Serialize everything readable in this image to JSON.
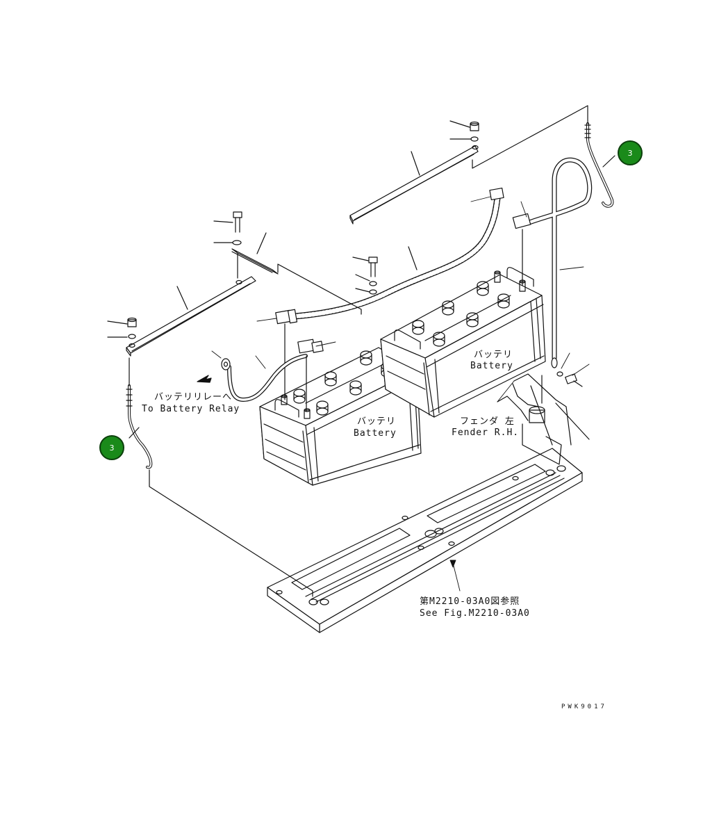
{
  "callouts": [
    {
      "label": "3"
    },
    {
      "label": "3"
    }
  ],
  "labels": {
    "relay_jp": "バッテリリレーへ",
    "relay_en": "To Battery Relay",
    "battery_left_jp": "バッテリ",
    "battery_left_en": "Battery",
    "battery_right_jp": "バッテリ",
    "battery_right_en": "Battery",
    "fender_jp": "フェンダ 左",
    "fender_en": "Fender R.H.",
    "ref_jp": "第M2210-03A0図参照",
    "ref_en": "See Fig.M2210-03A0"
  },
  "drawing_code": "PWK9017"
}
